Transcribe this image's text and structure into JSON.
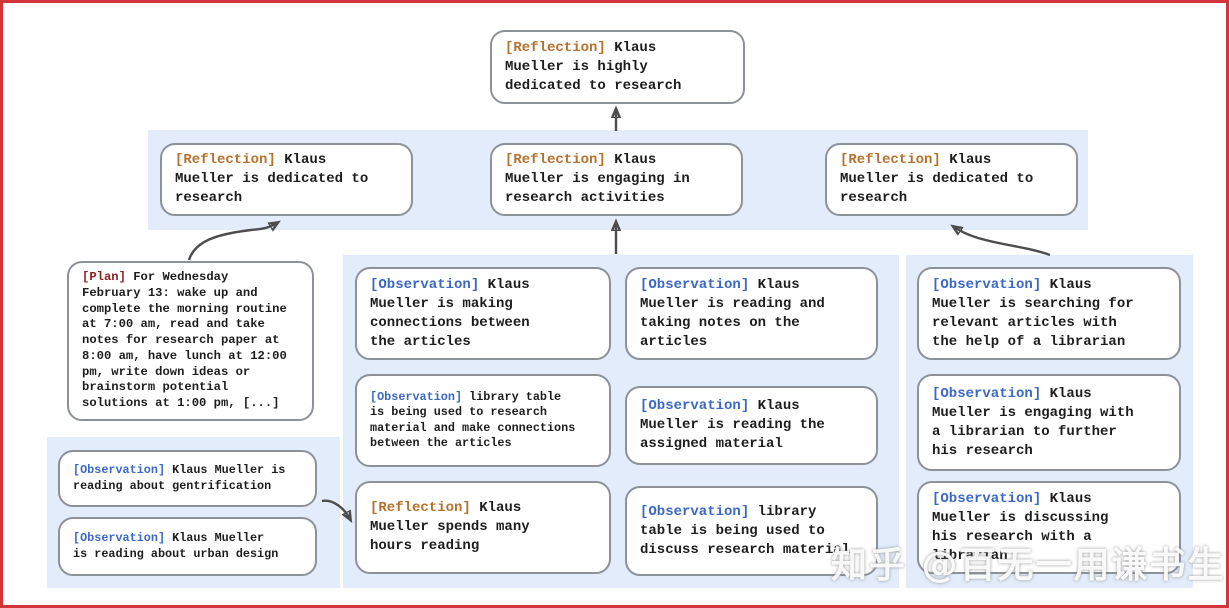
{
  "watermark": {
    "text": "知乎 @百无一用谦书生"
  },
  "colors": {
    "frame": "#d2343a",
    "band_bg": "#e2ecfa",
    "box_border": "#8d9299",
    "reflection_tag": "#b5722e",
    "observation_tag": "#3a68c4",
    "plan_tag": "#8e2222",
    "arrow": "#4d4d4d",
    "body_text": "#1d1d1d"
  },
  "nodes": {
    "root": {
      "tag": "[Reflection]",
      "text": " Klaus\nMueller is highly\ndedicated to research"
    },
    "refl_left": {
      "tag": "[Reflection]",
      "text": " Klaus\nMueller is dedicated to\nresearch"
    },
    "refl_mid": {
      "tag": "[Reflection]",
      "text": " Klaus\nMueller is engaging in\nresearch activities"
    },
    "refl_right": {
      "tag": "[Reflection]",
      "text": " Klaus\nMueller is dedicated to\nresearch"
    },
    "plan": {
      "tag": "[Plan]",
      "text": " For Wednesday\nFebruary 13: wake up and\ncomplete the morning routine\nat 7:00 am, read and take\nnotes for research paper at\n8:00 am, have lunch at 12:00\npm, write down ideas or\nbrainstorm potential\nsolutions at 1:00 pm, [...]"
    },
    "obs_gentrification": {
      "tag": "[Observation]",
      "text": " Klaus Mueller is\nreading about gentrification"
    },
    "obs_urban": {
      "tag": "[Observation]",
      "text": " Klaus Mueller\nis reading about urban design"
    },
    "obs_connections": {
      "tag": "[Observation]",
      "text": " Klaus\nMueller is making\nconnections between\nthe articles"
    },
    "obs_library_research": {
      "tag": "[Observation]",
      "text": " library table\nis being used to research\nmaterial and make connections\nbetween the articles"
    },
    "refl_hours": {
      "tag": "[Reflection]",
      "text": " Klaus\nMueller spends many\nhours reading"
    },
    "obs_notes": {
      "tag": "[Observation]",
      "text": " Klaus\nMueller is reading and\ntaking notes on the\narticles"
    },
    "obs_assigned": {
      "tag": "[Observation]",
      "text": " Klaus\nMueller is reading the\nassigned material"
    },
    "obs_library_discuss": {
      "tag": "[Observation]",
      "text": " library\ntable is being used to\ndiscuss research material"
    },
    "obs_searching": {
      "tag": "[Observation]",
      "text": " Klaus\nMueller is searching for\nrelevant articles with\nthe help of a librarian"
    },
    "obs_engaging": {
      "tag": "[Observation]",
      "text": " Klaus\nMueller is engaging with\na librarian to further\nhis research"
    },
    "obs_discussing": {
      "tag": "[Observation]",
      "text": " Klaus\nMueller is discussing\nhis research with a\nlibrarian"
    }
  }
}
